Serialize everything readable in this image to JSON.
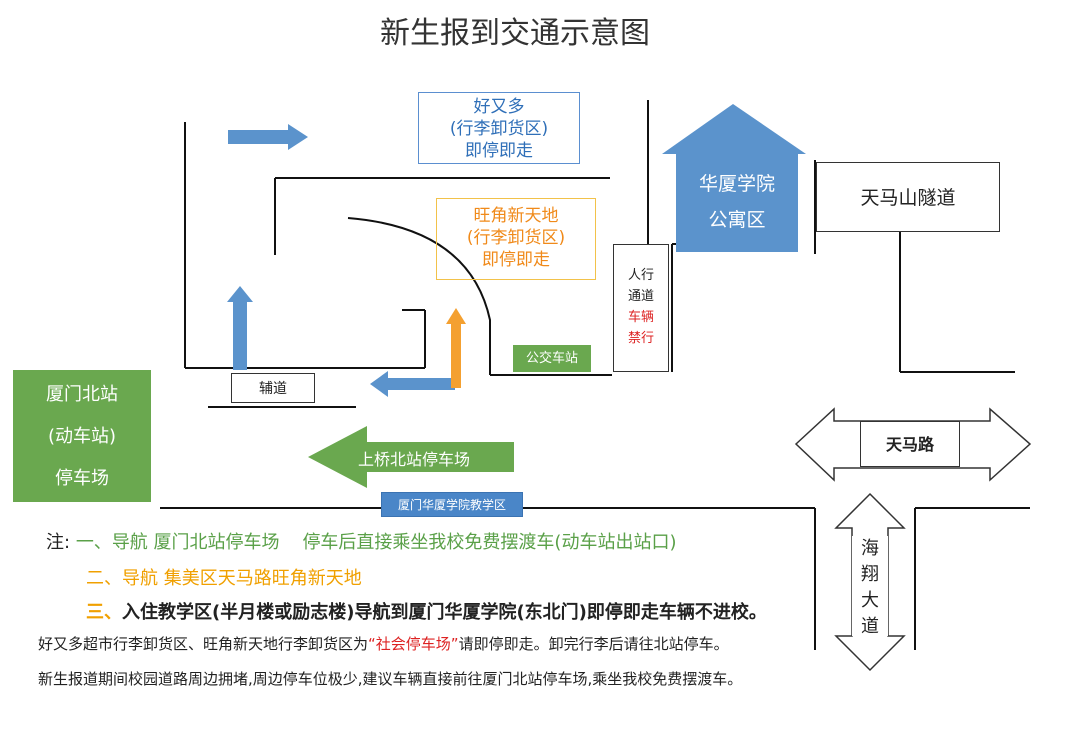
{
  "title": "新生报到交通示意图",
  "labels": {
    "haoyouduo": [
      "好又多",
      "(行李卸货区)",
      "即停即走"
    ],
    "wangjiao": [
      "旺角新天地",
      "(行李卸货区)",
      "即停即走"
    ],
    "apartment": [
      "华厦学院",
      "公寓区"
    ],
    "tunnel": "天马山隧道",
    "walkway": [
      "人行",
      "通道"
    ],
    "walkway_ban": [
      "车辆",
      "禁行"
    ],
    "bus_station": "公交车站",
    "side_road": "辅道",
    "xiamen_north": [
      "厦门北站",
      "(动车站)",
      "停车场"
    ],
    "shangqiao_parking": "上桥北站停车场",
    "tianma_road": "天马路",
    "teaching_area": "厦门华厦学院教学区",
    "haixiang": [
      "海",
      "翔",
      "大",
      "道"
    ]
  },
  "notes": {
    "prefix": "注:",
    "n1_num": "一、",
    "n1_nav": "导航",
    "n1_dest": "厦门北站停车场",
    "n1_text": "停车后直接乘坐我校免费摆渡车(动车站出站口)",
    "n2_num": "二、",
    "n2_nav": "导航",
    "n2_dest": "集美区天马路旺角新天地",
    "n3_num": "三、",
    "n3_text": "入住教学区(半月楼或励志楼)导航到厦门华厦学院(东北门)即停即走车辆不进校。",
    "n4_a": "好又多超市行李卸货区、旺角新天地行李卸货区为",
    "n4_red": "“社会停车场”",
    "n4_b": "请即停即走。卸完行李后请往北站停车。",
    "n5": "新生报道期间校园道路周边拥堵,周边停车位极少,建议车辆直接前往厦门北站停车场,乘坐我校免费摆渡车。"
  },
  "colors": {
    "blue": "#5b93cc",
    "green": "#6aa84f",
    "orange": "#f4a030",
    "red": "#dd2222",
    "note_green": "#5aa048",
    "note_yellow": "#f0a000"
  }
}
